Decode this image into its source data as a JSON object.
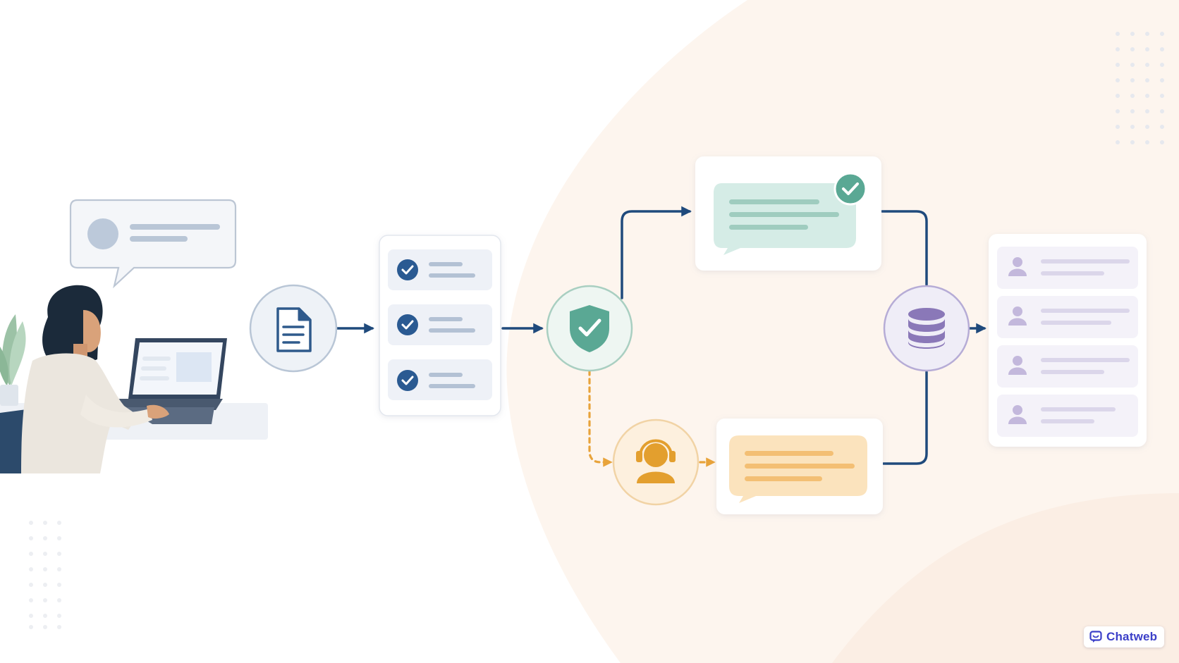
{
  "brand": {
    "name": "Chatweb",
    "accent": "#3b3fc8"
  },
  "colors": {
    "flow_line": "#1f4a7c",
    "approved_green": "#5aa894",
    "approved_bubble": "#d5ece6",
    "escalation_orange": "#e8a33a",
    "escalation_bubble": "#fbe3bd",
    "database_purple": "#8a78b8",
    "background_blob": "#fdf3ec"
  },
  "diagram": {
    "steps": [
      {
        "id": "user",
        "icon": "person-at-laptop"
      },
      {
        "id": "document",
        "icon": "document-icon"
      },
      {
        "id": "checklist",
        "icon": "checklist-card",
        "items": 3
      },
      {
        "id": "verification",
        "icon": "shield-check-icon"
      },
      {
        "id": "approved-reply",
        "icon": "chat-bubble-check"
      },
      {
        "id": "human-agent",
        "icon": "headset-agent-icon"
      },
      {
        "id": "escalated-reply",
        "icon": "chat-bubble"
      },
      {
        "id": "database",
        "icon": "database-icon"
      },
      {
        "id": "contacts",
        "icon": "contact-list",
        "items": 4
      }
    ]
  }
}
